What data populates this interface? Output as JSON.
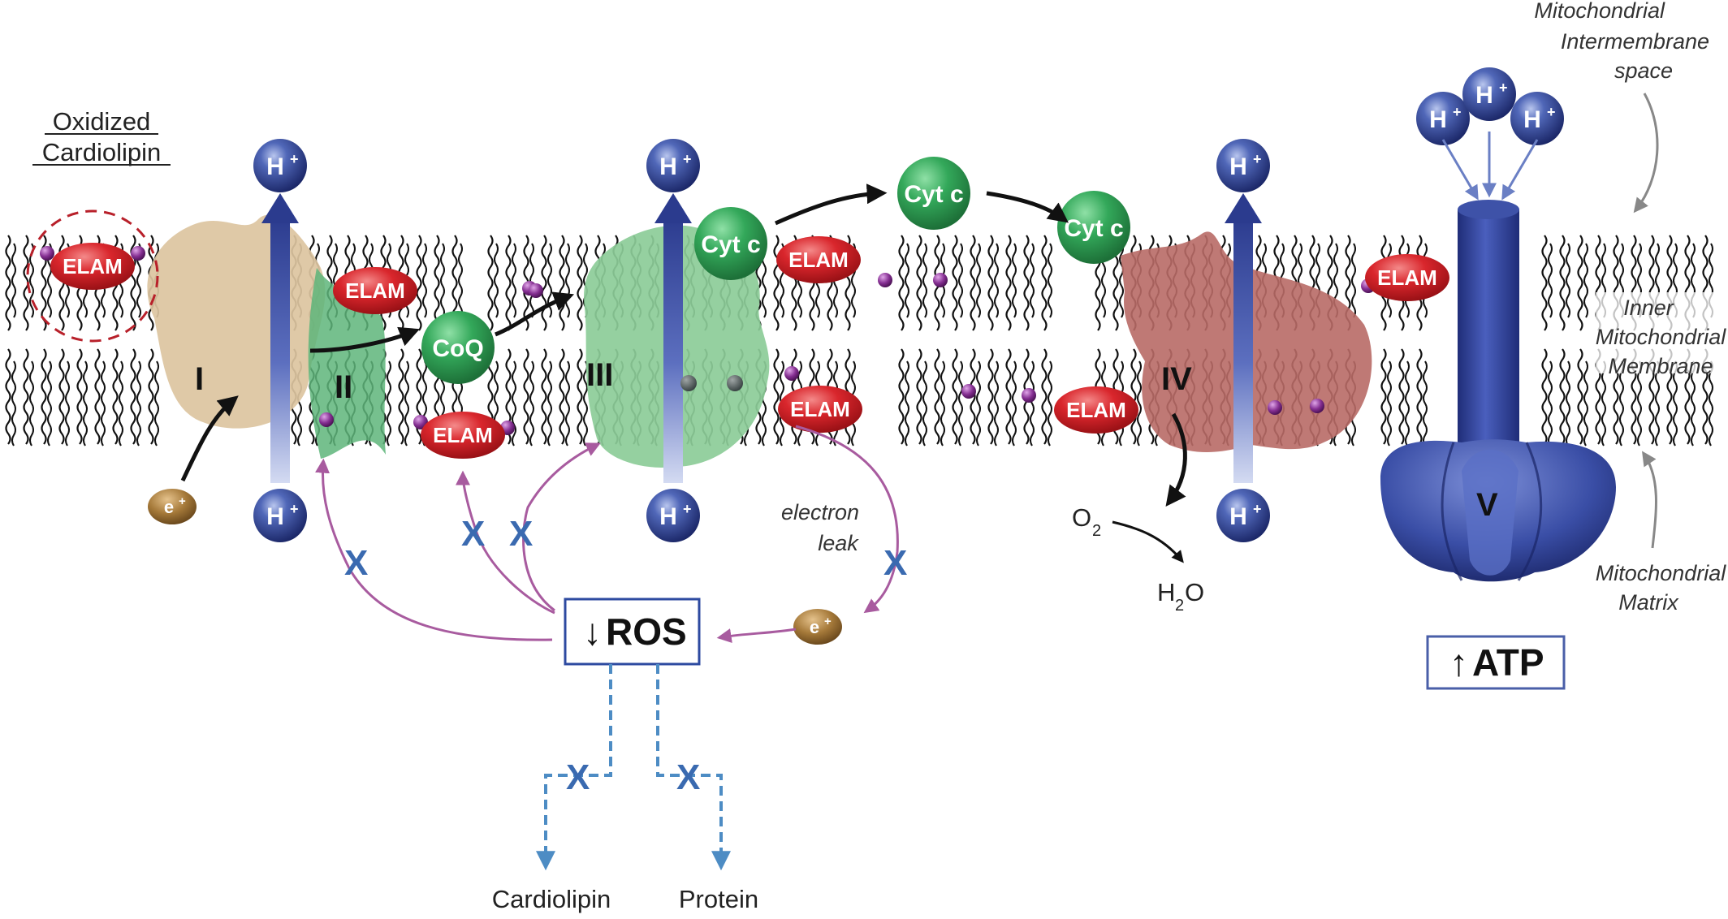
{
  "labels": {
    "oxidized_cardiolipin": [
      "Oxidized",
      "Cardiolipin"
    ],
    "intermembrane_space": [
      "Mitochondrial",
      "Intermembrane",
      "space"
    ],
    "inner_membrane": [
      "Inner",
      "Mitochondrial",
      "Membrane"
    ],
    "matrix": [
      "Mitochondrial",
      "Matrix"
    ],
    "electron_leak": [
      "electron",
      "leak"
    ],
    "o2": "O",
    "o2_sub": "2",
    "h2o_h": "H",
    "h2o_sub": "2",
    "h2o_o": "O",
    "cardiolipin": "Cardiolipin",
    "protein": "Protein"
  },
  "complexes": {
    "c1": "I",
    "c2": "II",
    "c3": "III",
    "c4": "IV",
    "c5": "V"
  },
  "carriers": {
    "coq": "CoQ",
    "cytc": "Cyt c"
  },
  "elam": "ELAM",
  "proton": {
    "base": "H",
    "sup": "+"
  },
  "electron": {
    "base": "e",
    "sup": "+"
  },
  "ros_box": {
    "arrow": "↓",
    "text": "ROS"
  },
  "atp_box": {
    "arrow": "↑",
    "text": "ATP"
  },
  "inhibit_mark": "X",
  "colors": {
    "proton_blue": "#2d3f8f",
    "elam_red": "#d42a30",
    "carrier_green": "#2f9a52",
    "complex1": "#dcc4a0",
    "complex3": "#8ccc98",
    "complex4": "#b86a66",
    "complex5": "#3b4fa8",
    "inhibit_arrow": "#a85b9f",
    "ros_dashed": "#4d8cc4",
    "phosphate": "#7a2b86",
    "electron_brown": "#a57a3c"
  }
}
